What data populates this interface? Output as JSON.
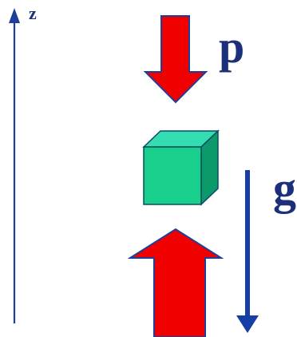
{
  "labels": {
    "z_axis": "z",
    "p": "p",
    "g": "g"
  },
  "colors": {
    "axis": "#1d3f9a",
    "arrow_red": "#f10000",
    "arrow_outline": "#1d3f9a",
    "g_arrow": "#163ea5",
    "label_text": "#1b2f7a",
    "cube_front": "#19cf8c",
    "cube_top": "#34ddb1",
    "cube_side": "#0d9a6a",
    "cube_edge": "#0b4c62"
  },
  "shapes": {
    "cube": "cube",
    "arrow_p": "down-arrow",
    "arrow_up": "up-arrow",
    "arrow_g": "down-arrow",
    "z_axis": "up-arrow"
  }
}
